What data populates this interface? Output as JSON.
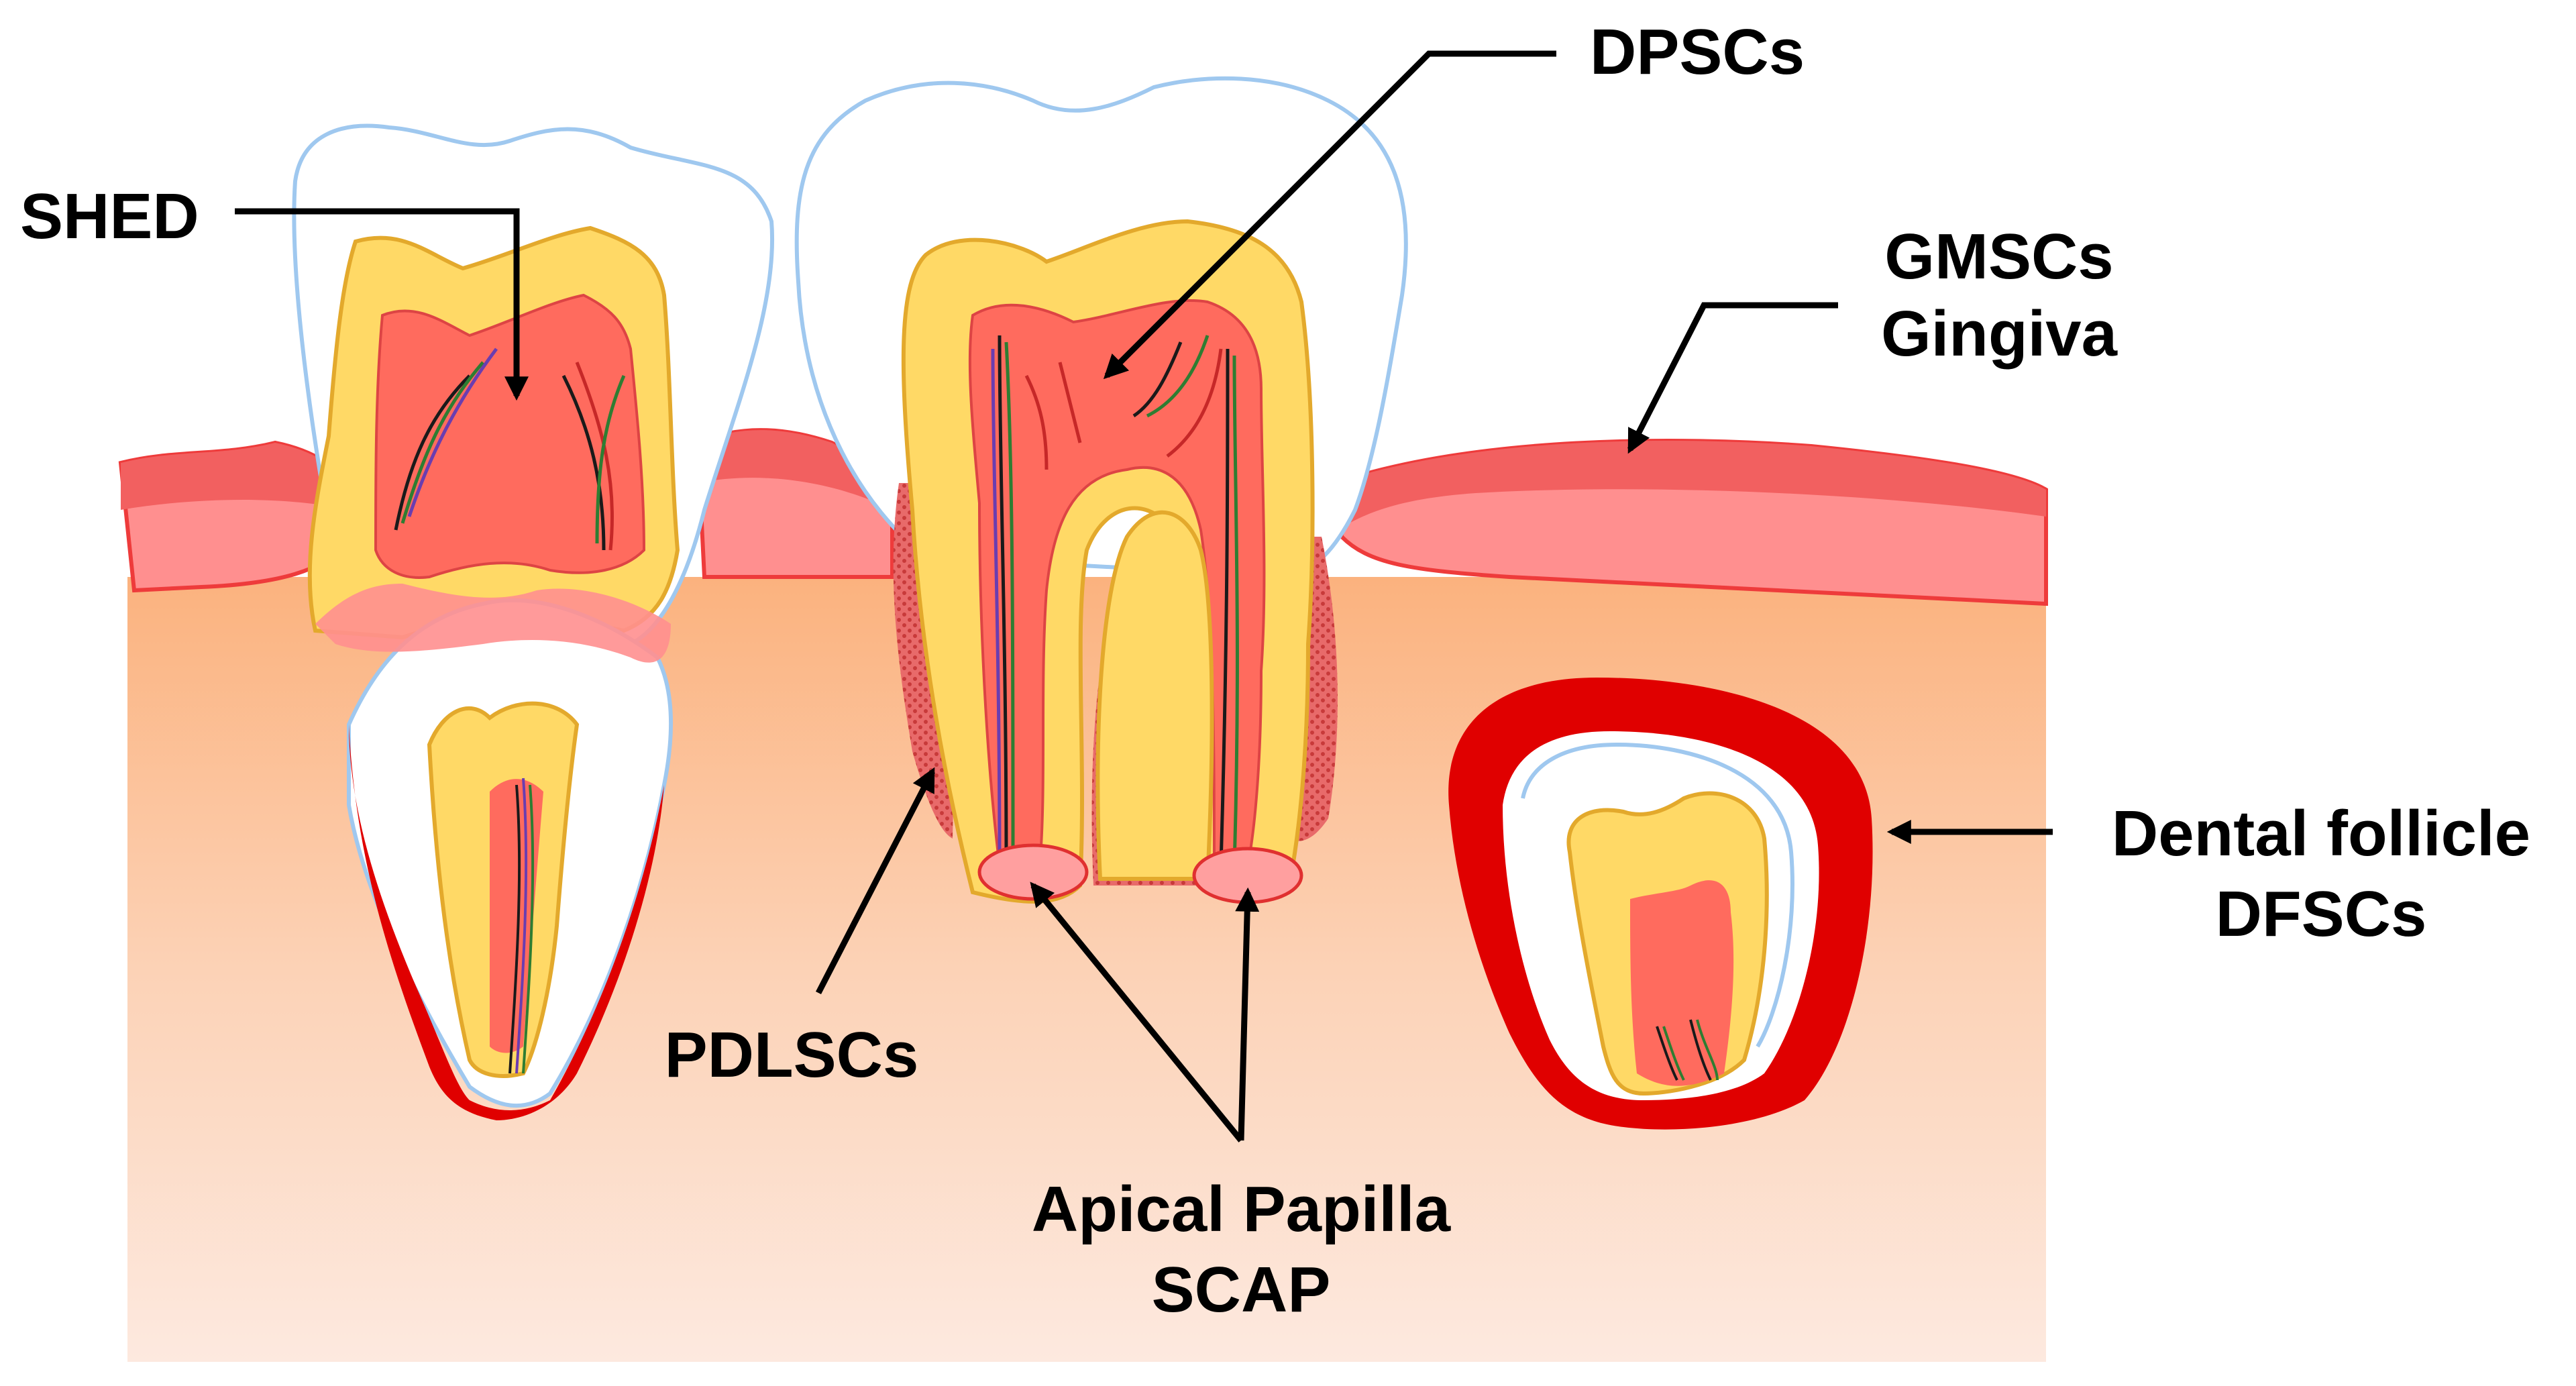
{
  "labels": {
    "shed": "SHED",
    "dpscs": "DPSCs",
    "gmscs_line1": "GMSCs",
    "gmscs_line2": "Gingiva",
    "dental_follicle_line1": "Dental follicle",
    "dental_follicle_line2": "DFSCs",
    "pdlscs": "PDLSCs",
    "apical_line1": "Apical Papilla",
    "apical_line2": "SCAP"
  },
  "colors": {
    "bone_top": "#fbb27e",
    "bone_bottom": "#fde9df",
    "gingiva": "#ff8f8f",
    "gingiva_edge": "#ee3b3b",
    "enamel_outline": "#9fc8ef",
    "dentin": "#ffd966",
    "dentin_outline": "#e3a92c",
    "pulp": "#ff6b5e",
    "follicle": "#e00000",
    "arrow": "#000000"
  },
  "icons": [
    "arrow-icon"
  ]
}
